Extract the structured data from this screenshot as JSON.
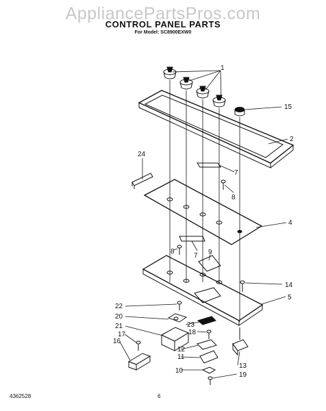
{
  "watermark": "AppliancePartsPros.com",
  "title": "CONTROL PANEL PARTS",
  "subtitle": "For Model: SC8900EXW0",
  "footer": {
    "code": "4362528",
    "page": "6"
  },
  "callouts": [
    "1",
    "15",
    "2",
    "24",
    "7",
    "8",
    "4",
    "8",
    "7",
    "9",
    "14",
    "5",
    "22",
    "20",
    "23",
    "21",
    "18",
    "17",
    "16",
    "12",
    "11",
    "13",
    "10",
    "19"
  ]
}
